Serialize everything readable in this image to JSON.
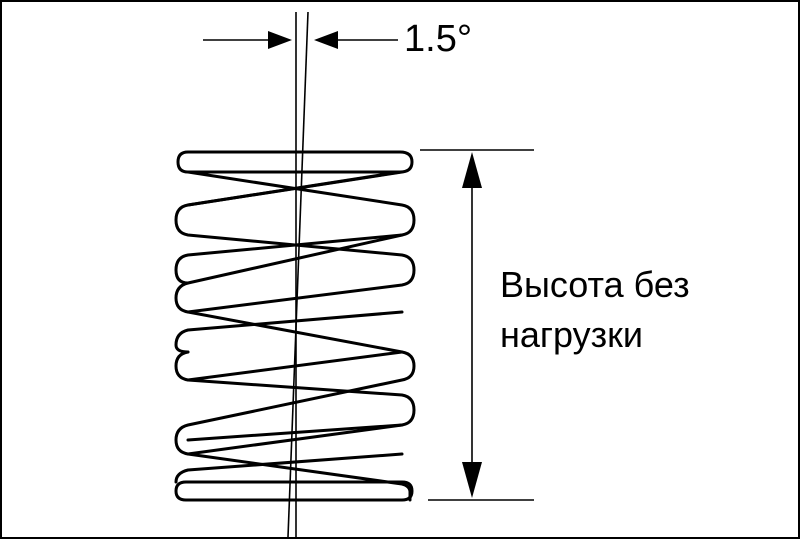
{
  "diagram": {
    "angle_label": "1.5°",
    "height_label_line1": "Высота без",
    "height_label_line2": "нагрузки",
    "ink_color": "#000000",
    "background_color": "#ffffff"
  }
}
